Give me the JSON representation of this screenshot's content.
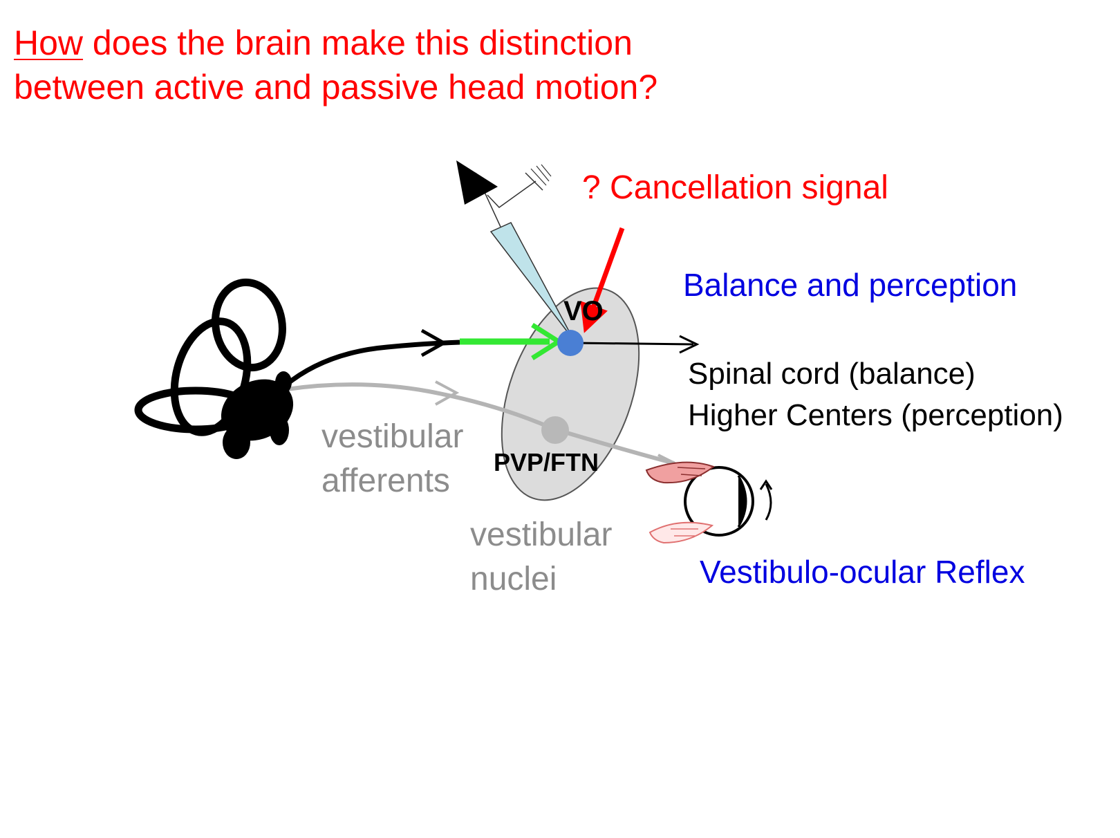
{
  "title": {
    "underlined_word": "How",
    "line1_rest": " does the brain make this distinction",
    "line2": "between active and passive head motion?"
  },
  "labels": {
    "cancellation_signal": "? Cancellation signal",
    "balance_and_perception": "Balance and perception",
    "spinal_cord": "Spinal cord (balance)",
    "higher_centers": "Higher Centers (perception)",
    "vestibular_afferents_line1": "vestibular",
    "vestibular_afferents_line2": "afferents",
    "vestibular_nuclei_line1": "vestibular",
    "vestibular_nuclei_line2": "nuclei",
    "vo": "VO",
    "pvp_ftn": "PVP/FTN",
    "vor": "Vestibulo-ocular Reflex"
  },
  "colors": {
    "question_text": "#ff0000",
    "cancellation_arrow": "#ff0000",
    "output_text": "#0000e0",
    "afferent_gray": "#8c8c8c",
    "green_signal": "#33e833",
    "neuron_blue": "#4a7fd4",
    "nucleus_fill": "#dcdcdc",
    "electrode_fill": "#bfe3ea"
  },
  "icons": {
    "inner_ear": "vestibular-labyrinth-icon",
    "electrode": "recording-electrode-icon",
    "eye": "eye-with-muscles-icon"
  }
}
